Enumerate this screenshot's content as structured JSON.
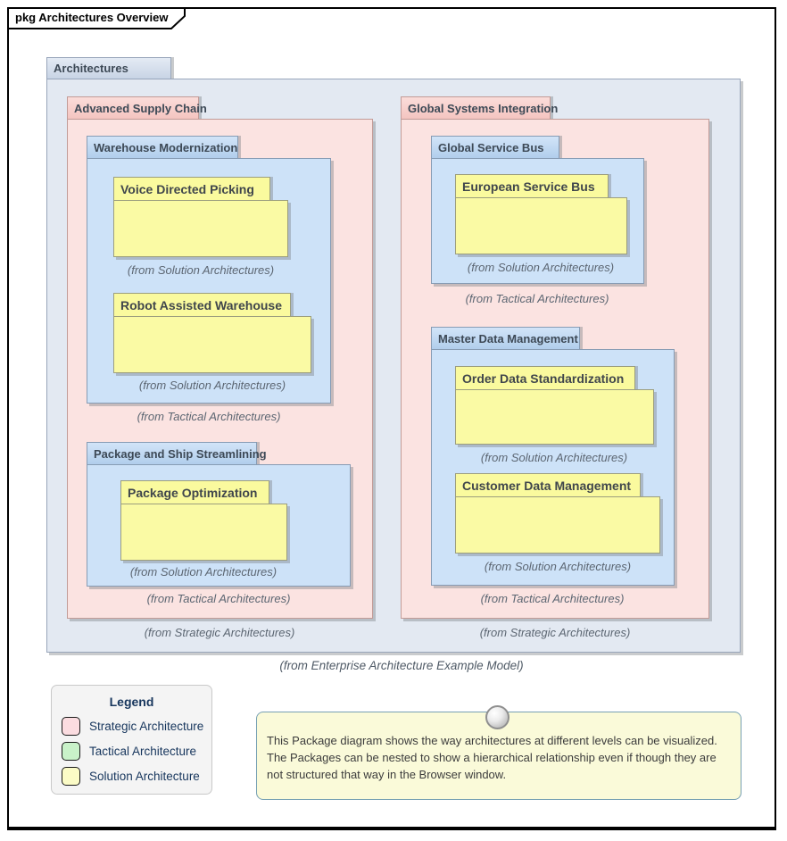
{
  "frame": {
    "label": "pkg Architectures Overview"
  },
  "diagram": {
    "root": {
      "name": "Architectures",
      "from": "(from Enterprise Architecture Example Model)"
    },
    "strategic": [
      {
        "name": "Advanced Supply Chain",
        "from": "(from Strategic Architectures)",
        "tactical": [
          {
            "name": "Warehouse Modernization",
            "from": "(from Tactical Architectures)",
            "solutions": [
              {
                "name": "Voice Directed Picking",
                "from": "(from Solution Architectures)"
              },
              {
                "name": "Robot Assisted Warehouse",
                "from": "(from Solution Architectures)"
              }
            ]
          },
          {
            "name": "Package and Ship Streamlining",
            "from": "(from Tactical Architectures)",
            "solutions": [
              {
                "name": "Package Optimization",
                "from": "(from Solution Architectures)"
              }
            ]
          }
        ]
      },
      {
        "name": "Global Systems Integration",
        "from": "(from Strategic Architectures)",
        "tactical": [
          {
            "name": "Global Service Bus",
            "from": "(from Tactical Architectures)",
            "solutions": [
              {
                "name": "European Service Bus",
                "from": "(from Solution Architectures)"
              }
            ]
          },
          {
            "name": "Master Data Management",
            "from": "(from Tactical Architectures)",
            "solutions": [
              {
                "name": "Order Data Standardization",
                "from": "(from Solution Architectures)"
              },
              {
                "name": "Customer Data Management",
                "from": "(from Solution Architectures)"
              }
            ]
          }
        ]
      }
    ]
  },
  "legend": {
    "title": "Legend",
    "items": [
      {
        "label": "Strategic Architecture",
        "color": "#FBDCE0"
      },
      {
        "label": "Tactical Architecture",
        "color": "#C9F2C9"
      },
      {
        "label": "Solution Architecture",
        "color": "#FBFBC6"
      }
    ]
  },
  "note": {
    "text": "This Package diagram shows the way architectures at different levels can be visualized. The Packages can be nested to show a hierarchical relationship even if though they are not structured that way in the Browser window."
  },
  "colors": {
    "strategic_fill": "#FBE3E1",
    "strategic_tab": "#F6CCC7",
    "tactical_fill": "#CDE2F8",
    "tactical_tab": "#BCD5F0",
    "solution_fill": "#FAFAA4",
    "root_fill": "#E3E9F2",
    "note_fill": "#FAFAD9",
    "note_border": "#76A0B3",
    "legend_text": "#17365D",
    "caption_text": "#5C6672"
  }
}
